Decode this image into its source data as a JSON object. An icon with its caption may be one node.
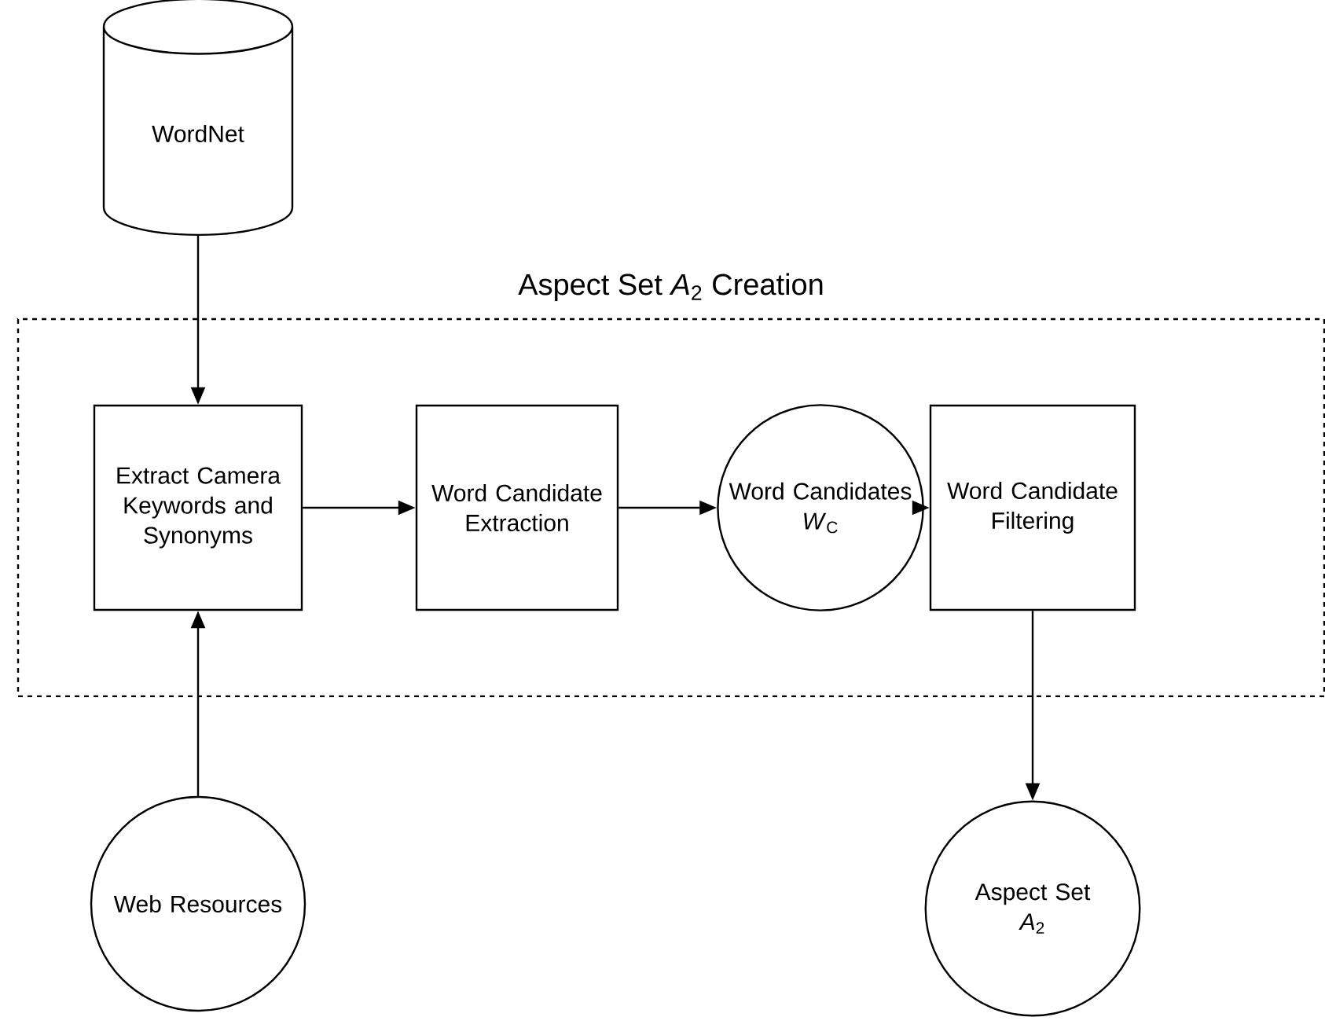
{
  "diagram": {
    "nodes": [
      {
        "text": [
          "WordNet"
        ]
      },
      {
        "text": [
          "Aspect Set *A*$_{2}$ Creation"
        ]
      },
      {
        "text": [
          "Extract Camera Keywords and Synonyms"
        ],
        "in": 1
      },
      {
        "text": [
          "Word Candidate Extraction"
        ],
        "in": 1
      },
      {
        "text": [
          "Word Candidates",
          "*W*$_{C}$"
        ],
        "in": 1
      },
      {
        "text": [
          "Word Candidate Filtering"
        ],
        "in": 1
      },
      {
        "text": [
          "Web Resources"
        ]
      },
      {
        "text": [
          "Aspect Set",
          "*A*$_{2}$"
        ]
      }
    ],
    "edges": [
      {
        "from": 0,
        "to": 2,
        "arrow": "to"
      },
      {
        "from": 6,
        "to": 2,
        "arrow": "to"
      },
      {
        "from": 2,
        "to": 3,
        "arrow": "to"
      },
      {
        "from": 3,
        "to": 4,
        "arrow": "to"
      },
      {
        "from": 4,
        "to": 5,
        "arrow": "to"
      },
      {
        "from": 5,
        "to": 7,
        "arrow": "to"
      }
    ]
  }
}
